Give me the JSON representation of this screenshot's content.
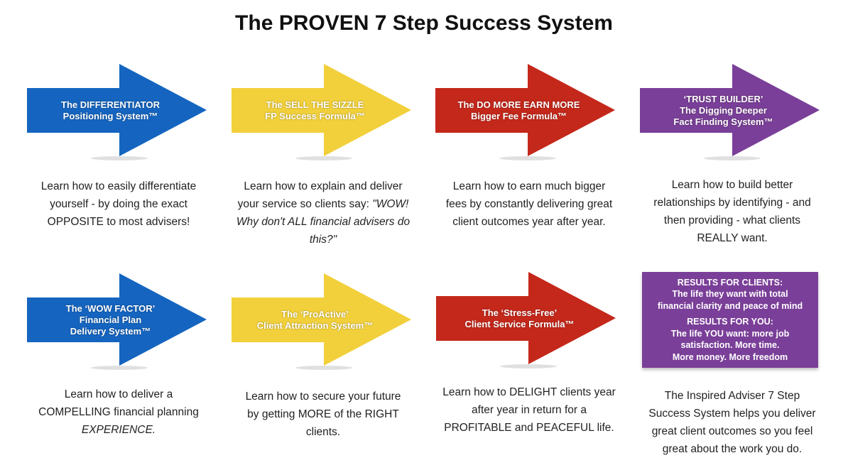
{
  "title": "The PROVEN 7 Step Success System",
  "steps": [
    {
      "lines": [
        "The DIFFERENTIATOR",
        "Positioning System™"
      ],
      "color": "#1565c0",
      "desc": [
        "Learn how to easily differentiate",
        "yourself - by doing the exact",
        "OPPOSITE to most advisers!"
      ]
    },
    {
      "lines": [
        "The SELL THE SIZZLE",
        "FP Success Formula™"
      ],
      "color": "#f2d03b",
      "desc": [
        "Learn how to explain and deliver",
        "your service so clients say: ",
        "\"WOW! Why don't ALL financial advisers do this?\""
      ]
    },
    {
      "lines": [
        "The DO MORE EARN MORE",
        "Bigger Fee Formula™"
      ],
      "color": "#c4281b",
      "desc": [
        "Learn how to earn much bigger",
        "fees by constantly delivering great",
        "client outcomes year after year."
      ]
    },
    {
      "lines": [
        "‘TRUST BUILDER’",
        "The Digging Deeper",
        "Fact Finding System™"
      ],
      "color": "#7a3f98",
      "desc": [
        "Learn how to build better",
        "relationships by identifying - and",
        "then providing - what clients",
        "REALLY want."
      ]
    },
    {
      "lines": [
        "The ‘WOW FACTOR’",
        "Financial Plan",
        "Delivery System™"
      ],
      "color": "#1565c0",
      "desc": [
        "Learn how to deliver a",
        "COMPELLING financial planning",
        "EXPERIENCE."
      ]
    },
    {
      "lines": [
        "The ‘ProActive’",
        "Client Attraction System™"
      ],
      "color": "#f2d03b",
      "desc": [
        "Learn how to secure your future",
        "by getting MORE of the RIGHT",
        "clients."
      ]
    },
    {
      "lines": [
        "The ‘Stress-Free’",
        "Client Service Formula™"
      ],
      "color": "#c4281b",
      "desc": [
        "Learn how to DELIGHT clients year",
        "after year in return for a",
        "PROFITABLE and PEACEFUL life."
      ]
    }
  ],
  "results": {
    "clients_heading": "RESULTS FOR CLIENTS:",
    "clients_lines": [
      "The life they want with total",
      "financial clarity and peace of mind"
    ],
    "you_heading": "RESULTS FOR YOU:",
    "you_lines": [
      "The life YOU want: more job",
      "satisfaction. More time.",
      "More money. More freedom"
    ],
    "desc": [
      "The Inspired Adviser 7 Step",
      "Success System helps you deliver",
      "great client outcomes so you feel",
      "great about the work you do."
    ]
  }
}
